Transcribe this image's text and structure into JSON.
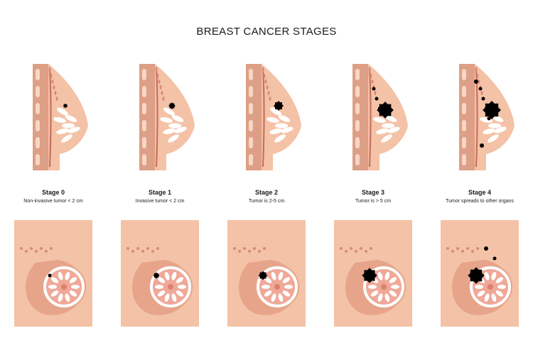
{
  "title": "BREAST CANCER STAGES",
  "colors": {
    "skin": "#f4c2a6",
    "skin_dark": "#e6a58a",
    "muscle": "#dd9f86",
    "muscle_line": "#c46a5a",
    "lobule": "#ffffff",
    "duct": "#d88a78",
    "tumor": "#000000",
    "areola": "#f0a898"
  },
  "stages": [
    {
      "name": "Stage 0",
      "desc": "Non-invasive tumor < 2 cm",
      "tumor_r": 3,
      "spots": 0,
      "metastasis": false
    },
    {
      "name": "Stage 1",
      "desc": "Invasive tumor < 2 cm",
      "tumor_r": 4.5,
      "spots": 0,
      "metastasis": false
    },
    {
      "name": "Stage 2",
      "desc": "Tumor is 2-5 cm",
      "tumor_r": 6.5,
      "spots": 0,
      "metastasis": false
    },
    {
      "name": "Stage 3",
      "desc": "Tumor is > 5 cm",
      "tumor_r": 11,
      "spots": 3,
      "metastasis": false
    },
    {
      "name": "Stage 4",
      "desc": "Tumor spreads to other organs",
      "tumor_r": 12,
      "spots": 4,
      "metastasis": true
    }
  ]
}
